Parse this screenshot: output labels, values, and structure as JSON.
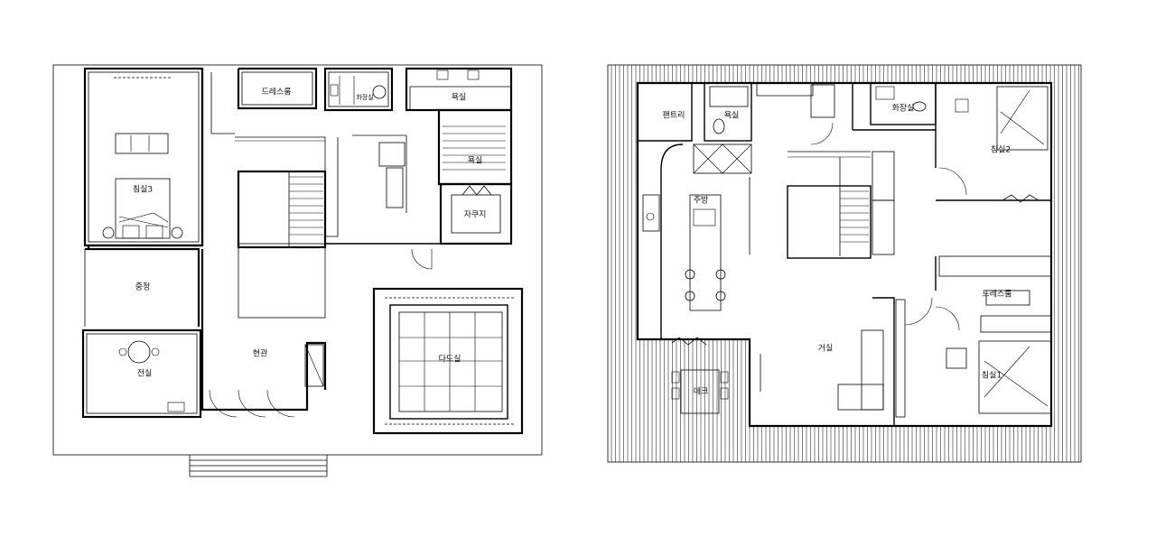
{
  "plan_left": {
    "rooms": {
      "bedroom3": "침실3",
      "dressroom": "드레스룸",
      "toilet": "화장실",
      "bath": "욕실",
      "bath2": "욕실",
      "jacuzzi": "자쿠지",
      "courtyard": "중정",
      "sunroom": "전실",
      "entrance": "현관",
      "tearoom": "다도실"
    }
  },
  "plan_right": {
    "rooms": {
      "pantry": "팬트리",
      "bath": "욕실",
      "toilet": "화장실",
      "bedroom2": "침실2",
      "kitchen": "주방",
      "dressroom": "드레스룸",
      "living": "거실",
      "deck": "데크",
      "bedroom1": "침실1"
    }
  },
  "colors": {
    "line": "#000000",
    "background": "#ffffff"
  }
}
